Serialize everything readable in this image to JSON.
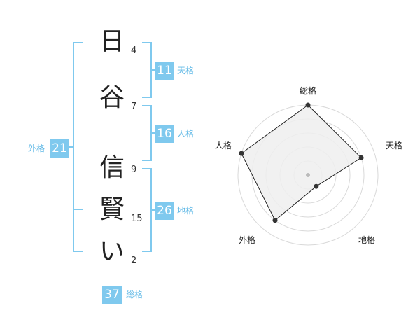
{
  "name_chars": [
    "日",
    "谷",
    "信",
    "賢",
    "い"
  ],
  "stroke_counts": [
    "4",
    "7",
    "9",
    "15",
    "2"
  ],
  "fortunes": {
    "tenkaku": {
      "value": "11",
      "label": "天格"
    },
    "jinkaku": {
      "value": "16",
      "label": "人格"
    },
    "chikaku": {
      "value": "26",
      "label": "地格"
    },
    "gaikaku": {
      "value": "21",
      "label": "外格"
    },
    "soukaku": {
      "value": "37",
      "label": "総格"
    }
  },
  "radar": {
    "axes": [
      "総格",
      "天格",
      "地格",
      "外格",
      "人格"
    ],
    "values": [
      5,
      4,
      1,
      4,
      5
    ],
    "max": 5,
    "colors": {
      "fill": "#efefef",
      "line": "#222222",
      "grid": "#d9d9d9",
      "dot": "#333333",
      "center": "#bbbbbb"
    }
  }
}
